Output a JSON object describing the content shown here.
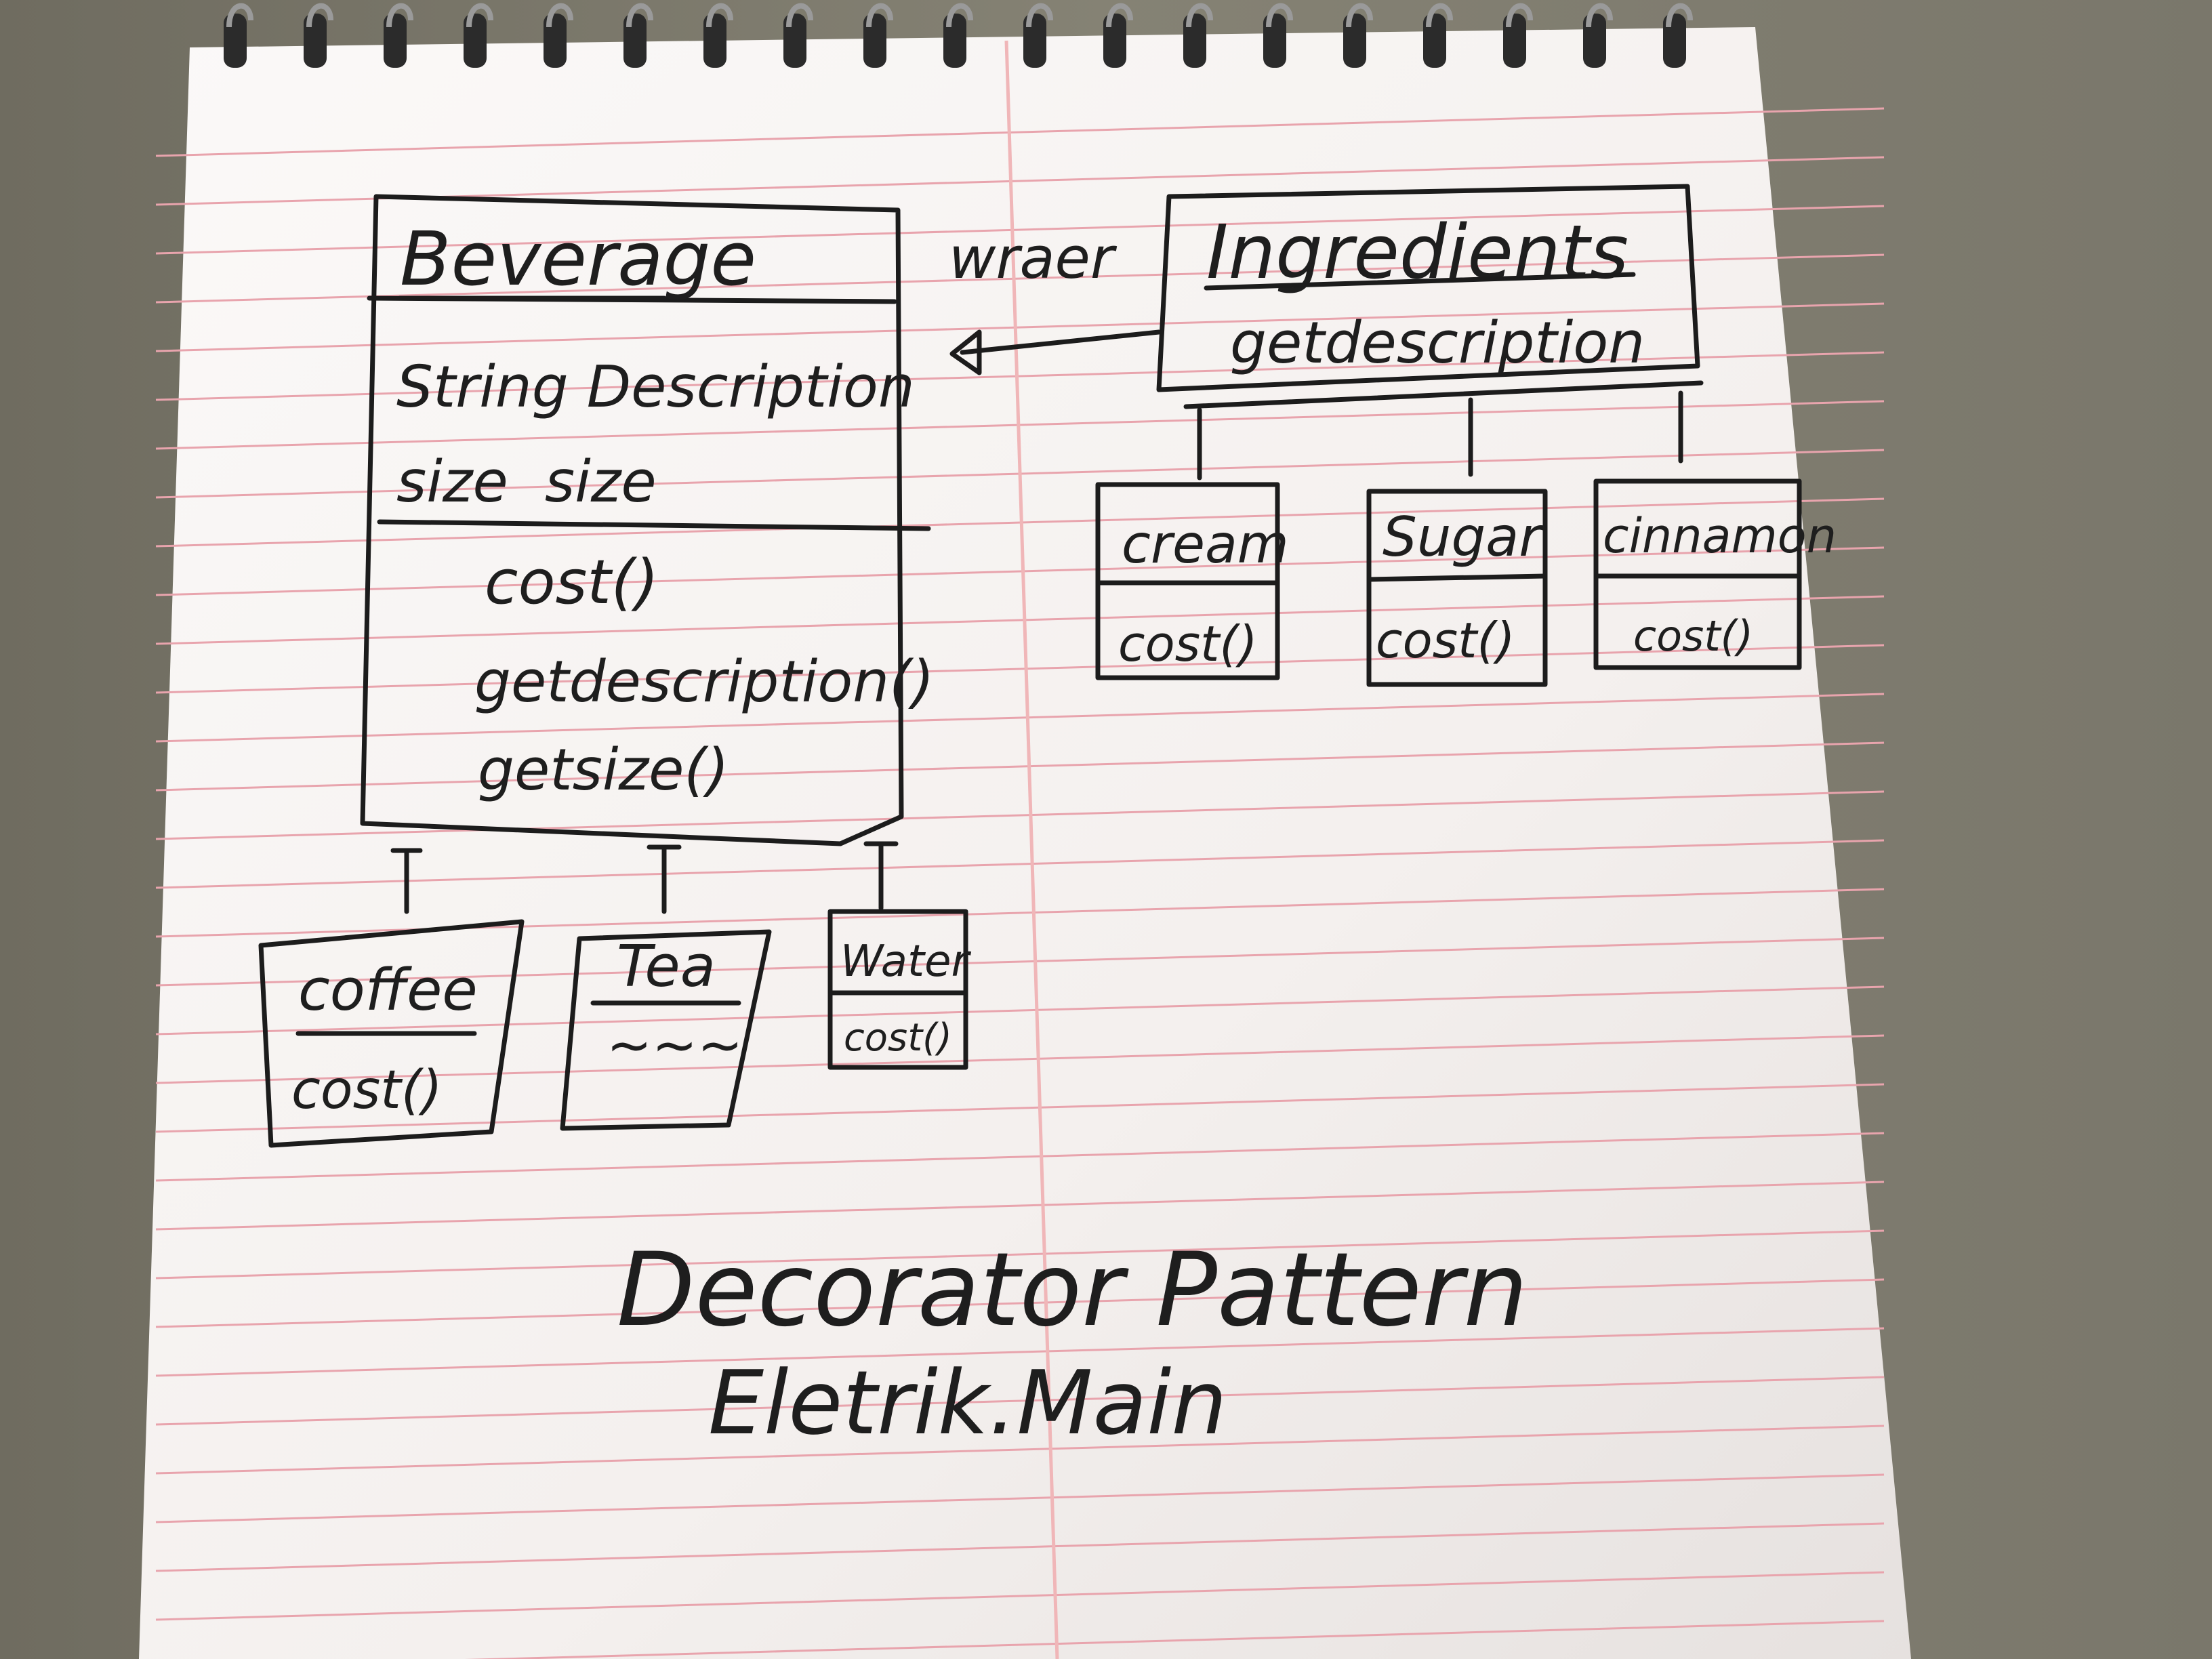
{
  "diagram": {
    "wraps_label": "wraer",
    "beverage": {
      "name": "Beverage",
      "fields": [
        "String Description",
        "size  size"
      ],
      "methods": [
        "cost()",
        "getdescription()",
        "getsize()"
      ]
    },
    "ingredients": {
      "name": "Ingredients",
      "methods": [
        "getdescription"
      ]
    },
    "beverage_subclasses": [
      {
        "name": "coffee",
        "method": "cost()"
      },
      {
        "name": "Tea",
        "method": "~~~"
      },
      {
        "name": "Water",
        "method": "cost()"
      }
    ],
    "ingredient_subclasses": [
      {
        "name": "cream",
        "method": "cost()"
      },
      {
        "name": "Sugar",
        "method": "cost()"
      },
      {
        "name": "cinnamon",
        "method": "cost()"
      }
    ],
    "caption": {
      "title": "Decorator Pattern",
      "author": "Eletrik.Main"
    }
  },
  "colors": {
    "background": "#7d7a6c",
    "paper": "#f6f2f0",
    "rule_line": "#e8a4ad",
    "margin_line": "#f0b6b8",
    "ink": "#1c1c1c",
    "spiral": "#2b2b2b"
  }
}
